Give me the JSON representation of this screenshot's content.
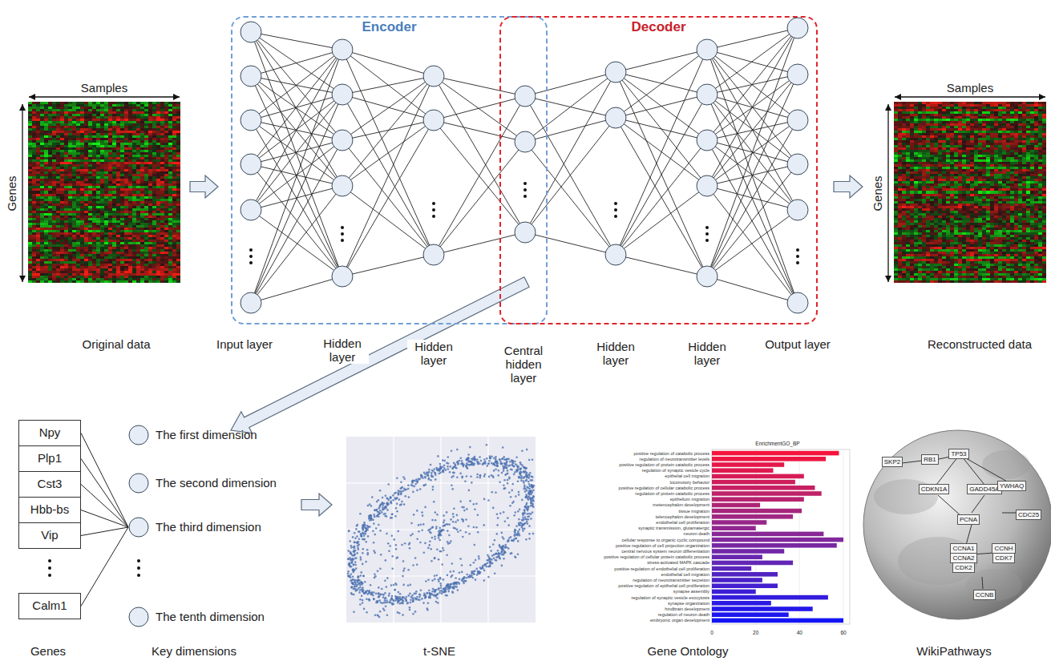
{
  "diagram": {
    "nodes": [
      {
        "text": [
          "Encoder"
        ]
      },
      {
        "text": [
          "Decoder"
        ]
      },
      {
        "text": [
          "Npy"
        ]
      },
      {
        "text": [
          "Plp1"
        ]
      },
      {
        "text": [
          "Cst3"
        ]
      },
      {
        "text": [
          "Hbb-bs"
        ]
      },
      {
        "text": [
          "Vip"
        ]
      },
      {
        "text": [
          "Calm1"
        ]
      },
      {
        "text": [
          "The first dimension"
        ]
      },
      {
        "text": [
          "The second dimension"
        ]
      },
      {
        "text": [
          "The third dimension"
        ]
      },
      {
        "text": [
          "The tenth dimension"
        ]
      }
    ],
    "edges": [
      {
        "from": 2,
        "to": 10,
        "arrow": "none"
      },
      {
        "from": 3,
        "to": 10,
        "arrow": "none"
      },
      {
        "from": 4,
        "to": 10,
        "arrow": "none"
      },
      {
        "from": 5,
        "to": 10,
        "arrow": "none"
      },
      {
        "from": 6,
        "to": 10,
        "arrow": "none"
      },
      {
        "from": 7,
        "to": 10,
        "arrow": "none"
      }
    ],
    "labels": [
      "Samples",
      "Genes",
      "Original data",
      "Input layer",
      "Hidden layer",
      "Hidden layer",
      "Central hidden layer",
      "Hidden layer",
      "Hidden layer",
      "Output layer",
      "Samples",
      "Genes",
      "Reconstructed data",
      "Genes",
      "Key dimensions",
      "t-SNE",
      "Gene Ontology",
      "WikiPathways",
      "EnrichmentGO_BP",
      "0",
      "20",
      "40",
      "60",
      "positive regulation of catabolic process",
      "regulation of neurotransmitter levels",
      "positive regulation of protein catabolic process",
      "regulation of synaptic vesicle cycle",
      "epithelial cell migration",
      "locomotory behavior",
      "positive regulation of cellular catabolic process",
      "regulation of protein catabolic process",
      "epithelium migration",
      "metencephalon development",
      "tissue migration",
      "telencephalon development",
      "endothelial cell proliferation",
      "synaptic transmission, glutamatergic",
      "neuron death",
      "cellular response to organic cyclic compound",
      "positive regulation of cell projection organization",
      "central nervous system neuron differentiation",
      "positive regulation of cellular protein catabolic process",
      "stress-activated MAPK cascade",
      "positive regulation of endothelial cell proliferation",
      "endothelial cell migration",
      "regulation of neurotransmitter secretion",
      "positive regulation of epithelial cell proliferation",
      "synapse assembly",
      "regulation of synaptic vesicle exocytosis",
      "synapse organization",
      "hindbrain development",
      "regulation of neuron death",
      "embryonic organ development",
      "SKP2",
      "RB1",
      "TP53",
      "CDKN1A",
      "GADD45A",
      "YWHAQ",
      "PCNA",
      "CCNA1",
      "CCNA2",
      "CDK2",
      "CCNH",
      "CDK7",
      "CCNB",
      "CDC25"
    ]
  }
}
